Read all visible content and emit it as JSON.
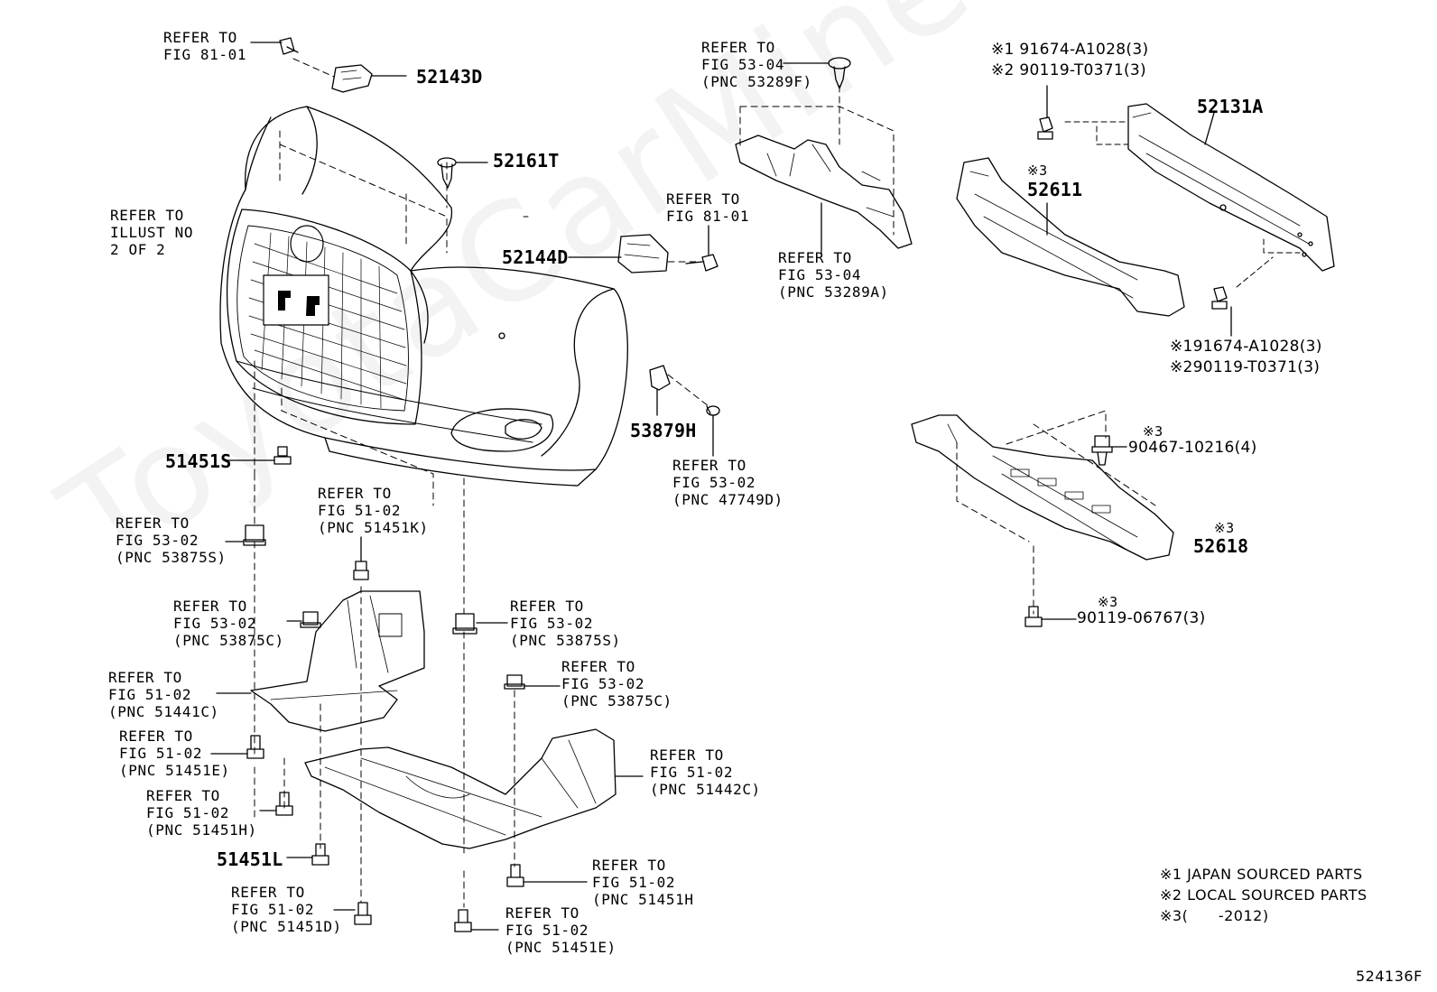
{
  "watermark": "ToyotaCarMine.ru",
  "callouts": {
    "c52143d": {
      "refer": [
        "REFER TO",
        "FIG 81-01"
      ],
      "part": "52143D"
    },
    "c52161t": {
      "part": "52161T"
    },
    "c_illust": {
      "lines": [
        "REFER TO",
        "ILLUST NO",
        "2 OF 2"
      ]
    },
    "c52144d": {
      "refer": [
        "REFER TO",
        "FIG 81-01"
      ],
      "part": "52144D"
    },
    "c53879h": {
      "part": "53879H",
      "refer": [
        "REFER TO",
        "FIG 53-02",
        "(PNC 47749D)"
      ]
    },
    "c51451s": {
      "part": "51451S"
    },
    "c_fig5302_53875s_left": {
      "lines": [
        "REFER TO",
        "FIG 53-02",
        "(PNC 53875S)"
      ]
    },
    "c_fig5102_51451k": {
      "lines": [
        "REFER TO",
        "FIG 51-02",
        "(PNC 51451K)"
      ]
    },
    "c_fig5302_53875c_left": {
      "lines": [
        "REFER TO",
        "FIG 53-02",
        "(PNC 53875C)"
      ]
    },
    "c_fig5302_53875s_right": {
      "lines": [
        "REFER TO",
        "FIG 53-02",
        "(PNC 53875S)"
      ]
    },
    "c_fig5302_53875c_right": {
      "lines": [
        "REFER TO",
        "FIG 53-02",
        "(PNC 53875C)"
      ]
    },
    "c_fig5102_51441c": {
      "lines": [
        "REFER TO",
        "FIG 51-02",
        "(PNC 51441C)"
      ]
    },
    "c_fig5102_51451e_left": {
      "lines": [
        "REFER TO",
        "FIG 51-02",
        "(PNC 51451E)"
      ]
    },
    "c_fig5102_51442c": {
      "lines": [
        "REFER TO",
        "FIG 51-02",
        "(PNC 51442C)"
      ]
    },
    "c_fig5102_51451h_left": {
      "lines": [
        "REFER TO",
        "FIG 51-02",
        "(PNC 51451H)"
      ]
    },
    "c51451l": {
      "part": "51451L"
    },
    "c_fig5102_51451h_right": {
      "lines": [
        "REFER TO",
        "FIG 51-02",
        "(PNC 51451H"
      ]
    },
    "c_fig5102_51451d": {
      "lines": [
        "REFER TO",
        "FIG 51-02",
        "(PNC 51451D)"
      ]
    },
    "c_fig5102_51451e_right": {
      "lines": [
        "REFER TO",
        "FIG 51-02",
        "(PNC 51451E)"
      ]
    },
    "c_fig5304_53289f": {
      "lines": [
        "REFER TO",
        "FIG 53-04",
        "(PNC 53289F)"
      ]
    },
    "c_fig5304_53289a": {
      "lines": [
        "REFER TO",
        "FIG 53-04",
        "(PNC 53289A)"
      ]
    },
    "c_bolts_top": {
      "lines": [
        "※1 91674-A1028(3)",
        "※2 90119-T0371(3)"
      ]
    },
    "c52131a": {
      "part": "52131A"
    },
    "c52611": {
      "mark": "※3",
      "part": "52611"
    },
    "c_bolts_bottom": {
      "lines": [
        "※191674-A1028(3)",
        "※290119-T0371(3)"
      ]
    },
    "c90467": {
      "mark": "※3",
      "code": "90467-10216(4)"
    },
    "c52618": {
      "mark": "※3",
      "part": "52618"
    },
    "c90119": {
      "mark": "※3",
      "code": "90119-06767(3)"
    }
  },
  "notes": [
    "※1 JAPAN SOURCED PARTS",
    "※2 LOCAL SOURCED PARTS",
    "※3(      -2012)"
  ],
  "figure_id": "524136F"
}
